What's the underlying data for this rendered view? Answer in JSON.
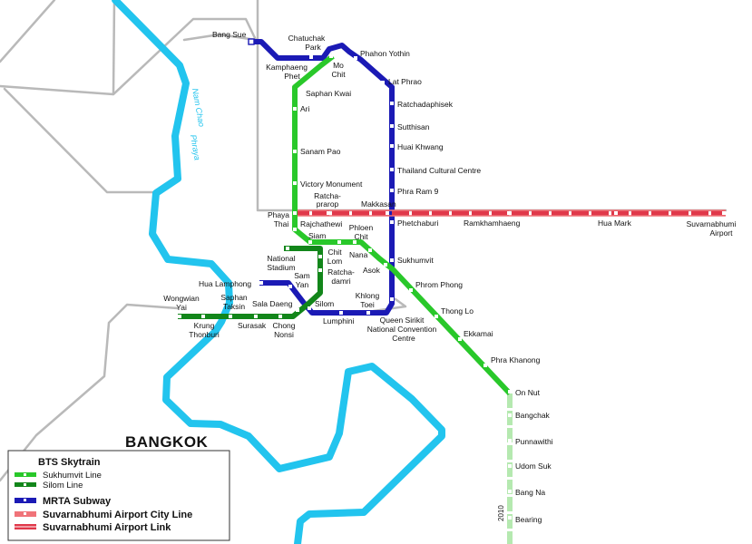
{
  "map": {
    "city": "BANGKOK",
    "river": [
      "Nam Chao",
      "Phraya"
    ],
    "year_note": "2010",
    "colors": {
      "river": "#22c4ee",
      "road": "#b9b9b9",
      "sukhumvit": "#29c82a",
      "sukhumvit_extension": "#b5e9b0",
      "silom": "#12861a",
      "subway": "#1b1ab5",
      "city_line": "#f07379",
      "airport_link": "#e0384a"
    }
  },
  "stations": {
    "bang_sue": "Bang Sue",
    "chatuchak": [
      "Chatuchak",
      "Park"
    ],
    "kamphaeng": [
      "Kamphaeng",
      "Phet"
    ],
    "mo_chit": [
      "Mo",
      "Chit"
    ],
    "phahon": "Phahon Yothin",
    "lat_phrao": "Lat Phrao",
    "ratchadaphisek": "Ratchadaphisek",
    "sutthisan": "Sutthisan",
    "huai_khwang": "Huai Khwang",
    "cultural": "Thailand Cultural Centre",
    "phra_ram9": "Phra Ram 9",
    "saphan_kwai": "Saphan Kwai",
    "ari": "Ari",
    "sanam_pao": "Sanam Pao",
    "victory": "Victory Monument",
    "ratchaprarop": [
      "Ratcha-",
      "prarop"
    ],
    "makkasan": "Makkasan",
    "phaya_thai": [
      "Phaya",
      "Thai"
    ],
    "ratchathewi": "Rajchathewi",
    "phetchaburi": "Phetchaburi",
    "ramkhamhaeng": "Ramkhamhaeng",
    "hua_mark": "Hua Mark",
    "airport": [
      "Suvarnabhumi",
      "Airport"
    ],
    "siam": "Siam",
    "phloen_chit": [
      "Phloen",
      "Chit"
    ],
    "nana": "Nana",
    "chit_lom": [
      "Chit",
      "Lom"
    ],
    "national_stadium": [
      "National",
      "Stadium"
    ],
    "ratchadamri": [
      "Ratcha-",
      "damri"
    ],
    "asok": "Asok",
    "sukhumvit": "Sukhumvit",
    "hua_lamphong": "Hua Lamphong",
    "sam_yan": [
      "Sam",
      "Yan"
    ],
    "phrom_phong": "Phrom Phong",
    "wongwian": [
      "Wongwian",
      "Yai"
    ],
    "saphan_taksin": [
      "Saphan",
      "Taksin"
    ],
    "sala_daeng": "Sala Daeng",
    "silom": "Silom",
    "khlong_toei": [
      "Khlong",
      "Toei"
    ],
    "thong_lo": "Thong Lo",
    "krung_thonburi": [
      "Krung",
      "Thonburi"
    ],
    "surasak": "Surasak",
    "chong_nonsi": [
      "Chong",
      "Nonsi"
    ],
    "lumphini": "Lumphini",
    "queen_sirikit": [
      "Queen Sirikit",
      "National Convention",
      "Centre"
    ],
    "ekkamai": "Ekkamai",
    "phra_khanong": "Phra Khanong",
    "on_nut": "On Nut",
    "bangchak": "Bangchak",
    "punnawithi": "Punnawithi",
    "udom_suk": "Udom Suk",
    "bang_na": "Bang Na",
    "bearing": "Bearing"
  },
  "legend": {
    "bts_title": "BTS Skytrain",
    "sukhumvit_line": "Sukhumvit Line",
    "silom_line": "Silom Line",
    "subway": "MRTA Subway",
    "city_line": "Suvarnabhumi Airport City Line",
    "airport_link": "Suvarnabhumi Airport Link"
  }
}
